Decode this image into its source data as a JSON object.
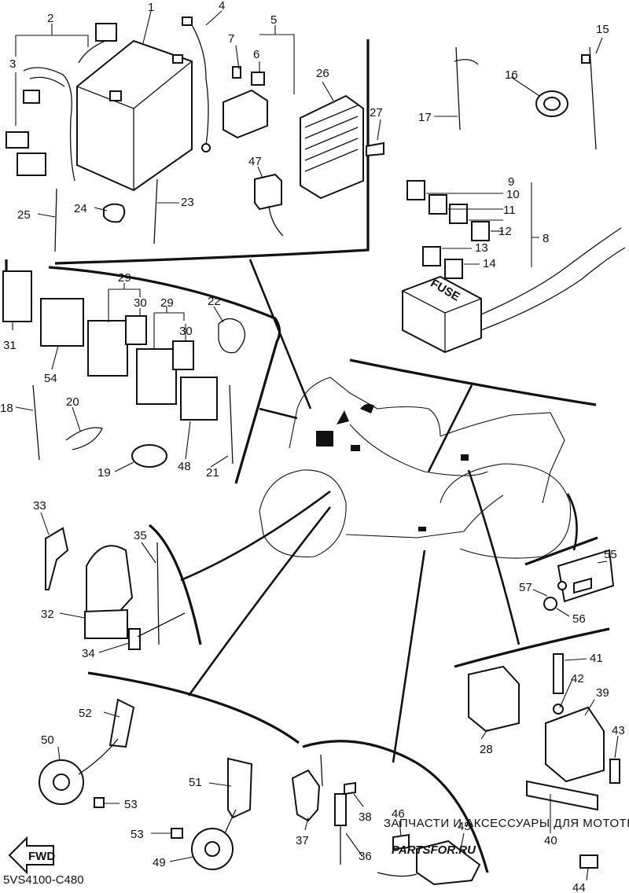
{
  "figure": {
    "code": "5VS4100-C480",
    "fwd_label": "FWD",
    "fuse_label": "FUSE"
  },
  "watermark": {
    "line1": "ЗАПЧАСТИ И АКСЕССУАРЫ ДЛЯ МОТОТЕХНИКИ",
    "line2": "PARTSFOR.RU"
  },
  "callouts": {
    "n1": "1",
    "n2": "2",
    "n3": "3",
    "n4": "4",
    "n5": "5",
    "n6": "6",
    "n7": "7",
    "n8": "8",
    "n9": "9",
    "n10": "10",
    "n11": "11",
    "n12": "12",
    "n13": "13",
    "n14": "14",
    "n15": "15",
    "n16": "16",
    "n17": "17",
    "n18": "18",
    "n19": "19",
    "n20": "20",
    "n21": "21",
    "n22": "22",
    "n23": "23",
    "n24": "24",
    "n25": "25",
    "n26": "26",
    "n27": "27",
    "n28": "28",
    "n29": "29",
    "n30": "30",
    "n31": "31",
    "n32": "32",
    "n33": "33",
    "n34": "34",
    "n35": "35",
    "n36": "36",
    "n37": "37",
    "n38": "38",
    "n39": "39",
    "n40": "40",
    "n41": "41",
    "n42": "42",
    "n43": "43",
    "n44": "44",
    "n45": "45",
    "n46": "46",
    "n47": "47",
    "n48": "48",
    "n49": "49",
    "n50": "50",
    "n51": "51",
    "n52": "52",
    "n53": "53",
    "n54": "54",
    "n55": "55",
    "n56": "56",
    "n57": "57"
  }
}
